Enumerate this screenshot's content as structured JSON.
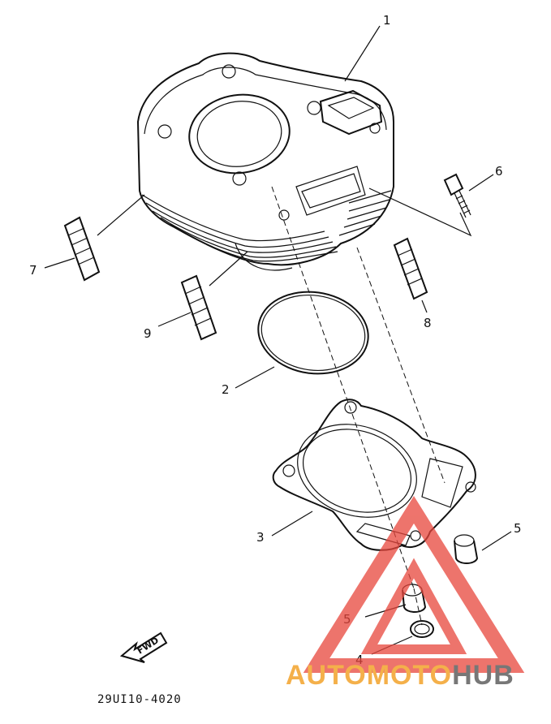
{
  "callouts": {
    "c1": "1",
    "c2": "2",
    "c3": "3",
    "c4": "4",
    "c5a": "5",
    "c5b": "5",
    "c6": "6",
    "c7": "7",
    "c8": "8",
    "c9": "9"
  },
  "fwd_label": "FWD",
  "diagram_code": "29UI10-4020",
  "watermark": {
    "part1": "AUTO",
    "part2": "MOTO",
    "part3": "HUB",
    "color_light": "#f4b04a",
    "color_dark": "#777777",
    "triangle_color": "#e8463c"
  }
}
